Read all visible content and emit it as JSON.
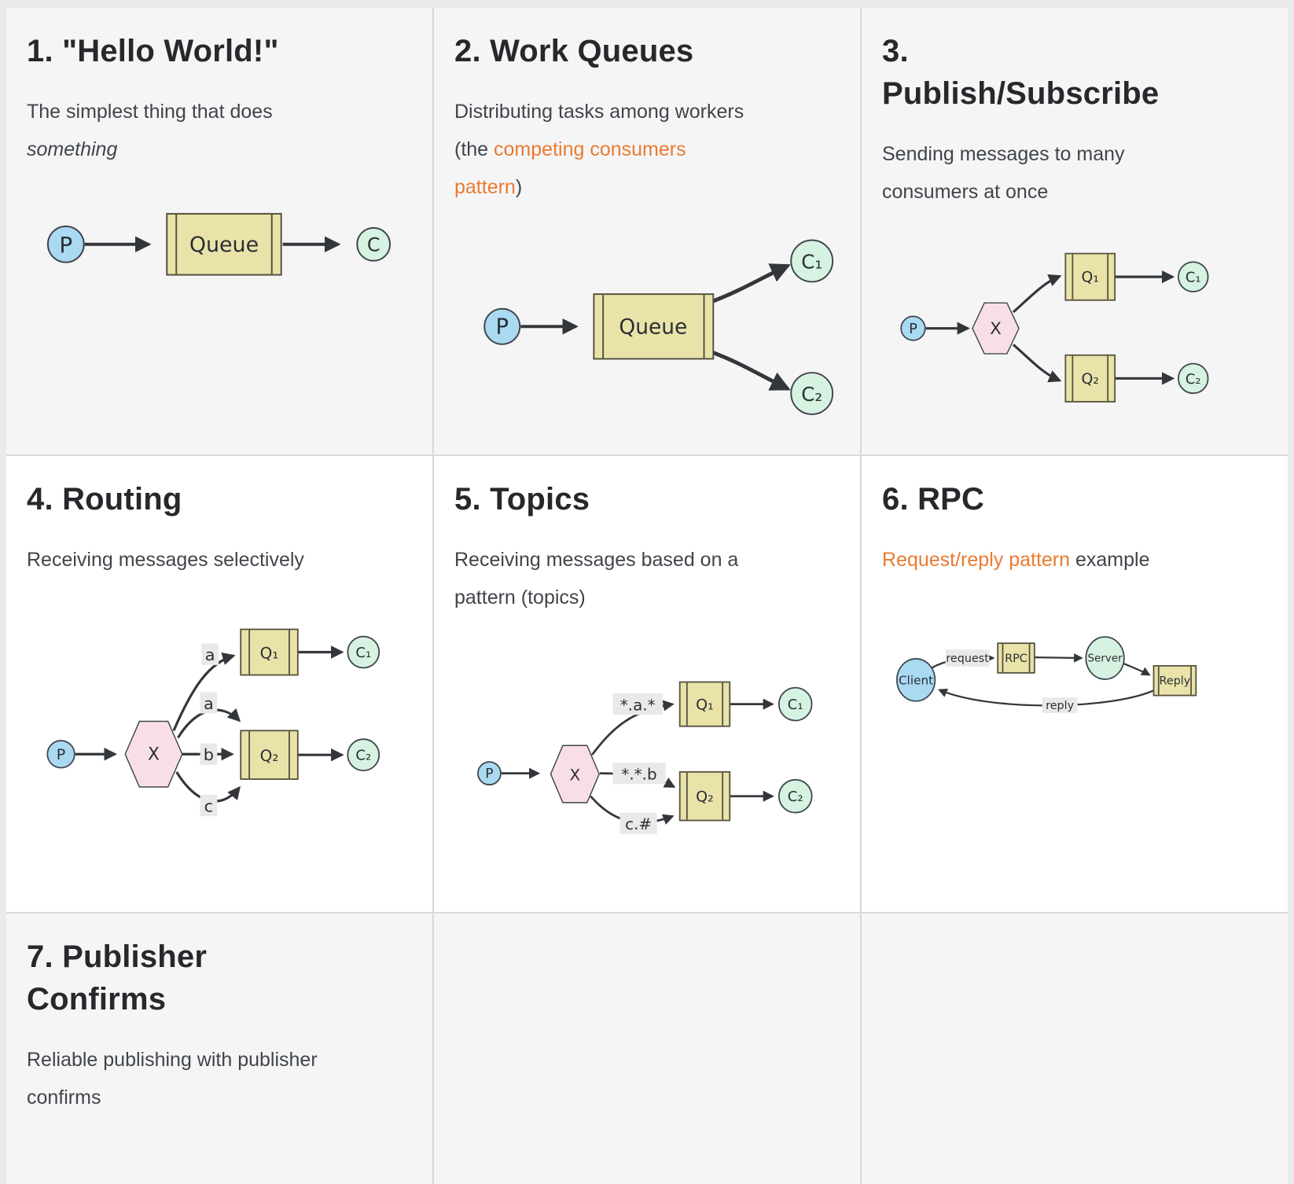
{
  "colors": {
    "page-bg": "#eaeaec",
    "grid-line": "#d8d8dc",
    "cell-gray": "#f5f5f6",
    "cell-white": "#ffffff",
    "title-text": "#26282b",
    "body-text": "#40454b",
    "link-orange": "#e97b30",
    "edge": "#33363b",
    "node-stroke": "#41464e",
    "node-blue": "#aadaf2",
    "node-green": "#d6f2e1",
    "node-yellow": "#e9e3a9",
    "node-yellow-stroke": "#55523e",
    "node-pink": "#f8dfe7",
    "label-bg": "#e9e9e9",
    "label-text": "#2c2f33"
  },
  "cells": [
    {
      "id": "hello-world",
      "title": "1. \"Hello World!\"",
      "subtitle": [
        {
          "text": "The simplest thing that does\n"
        },
        {
          "text": "something",
          "style": "italic"
        }
      ],
      "diagram": {
        "producer": "P",
        "queue": "Queue",
        "consumer": "C"
      }
    },
    {
      "id": "work-queues",
      "title": "2. Work Queues",
      "subtitle": [
        {
          "text": "Distributing tasks among workers\n(the "
        },
        {
          "text": "competing consumers\npattern",
          "style": "link"
        },
        {
          "text": ")"
        }
      ],
      "diagram": {
        "producer": "P",
        "queue": "Queue",
        "consumer1": "C₁",
        "consumer2": "C₂"
      }
    },
    {
      "id": "publish-subscribe",
      "title": "3.\nPublish/Subscribe",
      "subtitle": [
        {
          "text": "Sending messages to many\nconsumers at once"
        }
      ],
      "diagram": {
        "producer": "P",
        "exchange": "X",
        "queue1": "Q₁",
        "queue2": "Q₂",
        "consumer1": "C₁",
        "consumer2": "C₂"
      }
    },
    {
      "id": "routing",
      "title": "4. Routing",
      "subtitle": [
        {
          "text": "Receiving messages selectively"
        }
      ],
      "diagram": {
        "producer": "P",
        "exchange": "X",
        "queue1": "Q₁",
        "queue2": "Q₂",
        "consumer1": "C₁",
        "consumer2": "C₂",
        "key_a1": "a",
        "key_a2": "a",
        "key_b": "b",
        "key_c": "c"
      }
    },
    {
      "id": "topics",
      "title": "5. Topics",
      "subtitle": [
        {
          "text": "Receiving messages based on a\npattern (topics)"
        }
      ],
      "diagram": {
        "producer": "P",
        "exchange": "X",
        "queue1": "Q₁",
        "queue2": "Q₂",
        "consumer1": "C₁",
        "consumer2": "C₂",
        "key1": "*.a.*",
        "key2": "*.*.b",
        "key3": "c.#"
      }
    },
    {
      "id": "rpc",
      "title": "6. RPC",
      "subtitle": [
        {
          "text": "Request/reply pattern",
          "style": "link"
        },
        {
          "text": " example"
        }
      ],
      "diagram": {
        "client": "Client",
        "request_label": "request",
        "rpc_queue": "RPC",
        "server": "Server",
        "reply_queue": "Reply",
        "reply_label": "reply"
      }
    },
    {
      "id": "publisher-confirms",
      "title": "7. Publisher\nConfirms",
      "subtitle": [
        {
          "text": "Reliable publishing with publisher\nconfirms"
        }
      ]
    }
  ]
}
